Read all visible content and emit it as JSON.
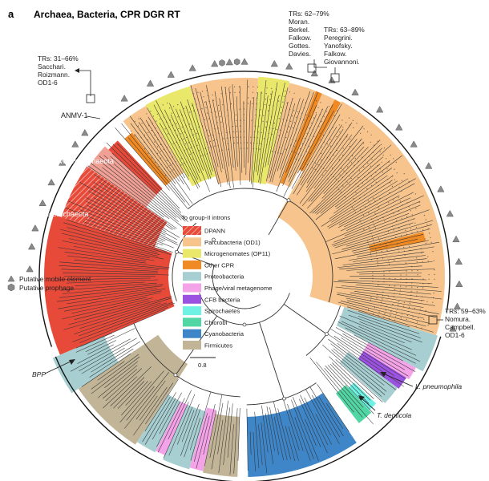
{
  "panel": {
    "letter": "a",
    "title": "Archaea, Bacteria, CPR DGR RT"
  },
  "legend": {
    "title": "To group-II introns",
    "items": [
      {
        "label": "DPANN",
        "color": "#e84a3a",
        "hatched": true
      },
      {
        "label": "Parcubacteria (OD1)",
        "color": "#f6c48c"
      },
      {
        "label": "Microgenomates (OP11)",
        "color": "#e9e86a"
      },
      {
        "label": "Other CPR",
        "color": "#f08a24"
      },
      {
        "label": "Proteobacteria",
        "color": "#a7cfd2"
      },
      {
        "label": "Phage/viral metagenome",
        "color": "#f5a3e8"
      },
      {
        "label": "CFB bacteria",
        "color": "#9b52e0"
      },
      {
        "label": "Spirochaetes",
        "color": "#6ff2e4"
      },
      {
        "label": "Chlorobi",
        "color": "#52d6a4"
      },
      {
        "label": "Cyanobacteria",
        "color": "#3f86c8"
      },
      {
        "label": "Firmicutes",
        "color": "#c2b597"
      }
    ],
    "scale_label": "0.8"
  },
  "symbols": {
    "mobile": "Putative mobile element",
    "prophage": "Putative prophage"
  },
  "clades": {
    "woese": "Woesearchaeota",
    "pace": "Pacearchaeota",
    "anmv": "ANMV-1"
  },
  "annotations": {
    "left_tr": [
      "TRs: 31–66%",
      "Sacchari.",
      "Roizmann.",
      "OD1-6"
    ],
    "top_mid": [
      "TRs: 62–79%",
      "Moran.",
      "Berkel.",
      "Falkow.",
      "Gottes.",
      "Davies."
    ],
    "top_right": [
      "TRs: 63–89%",
      "Peregrini.",
      "Yanofsky.",
      "Falkow.",
      "Giovannoni."
    ],
    "right_tr": [
      "TRs: 59–63%",
      "Nomura.",
      "Campbell.",
      "OD1-6"
    ],
    "bpp": "BPP",
    "l_pneumophila": "L. pneumophila",
    "t_denticola": "T. denticola"
  }
}
